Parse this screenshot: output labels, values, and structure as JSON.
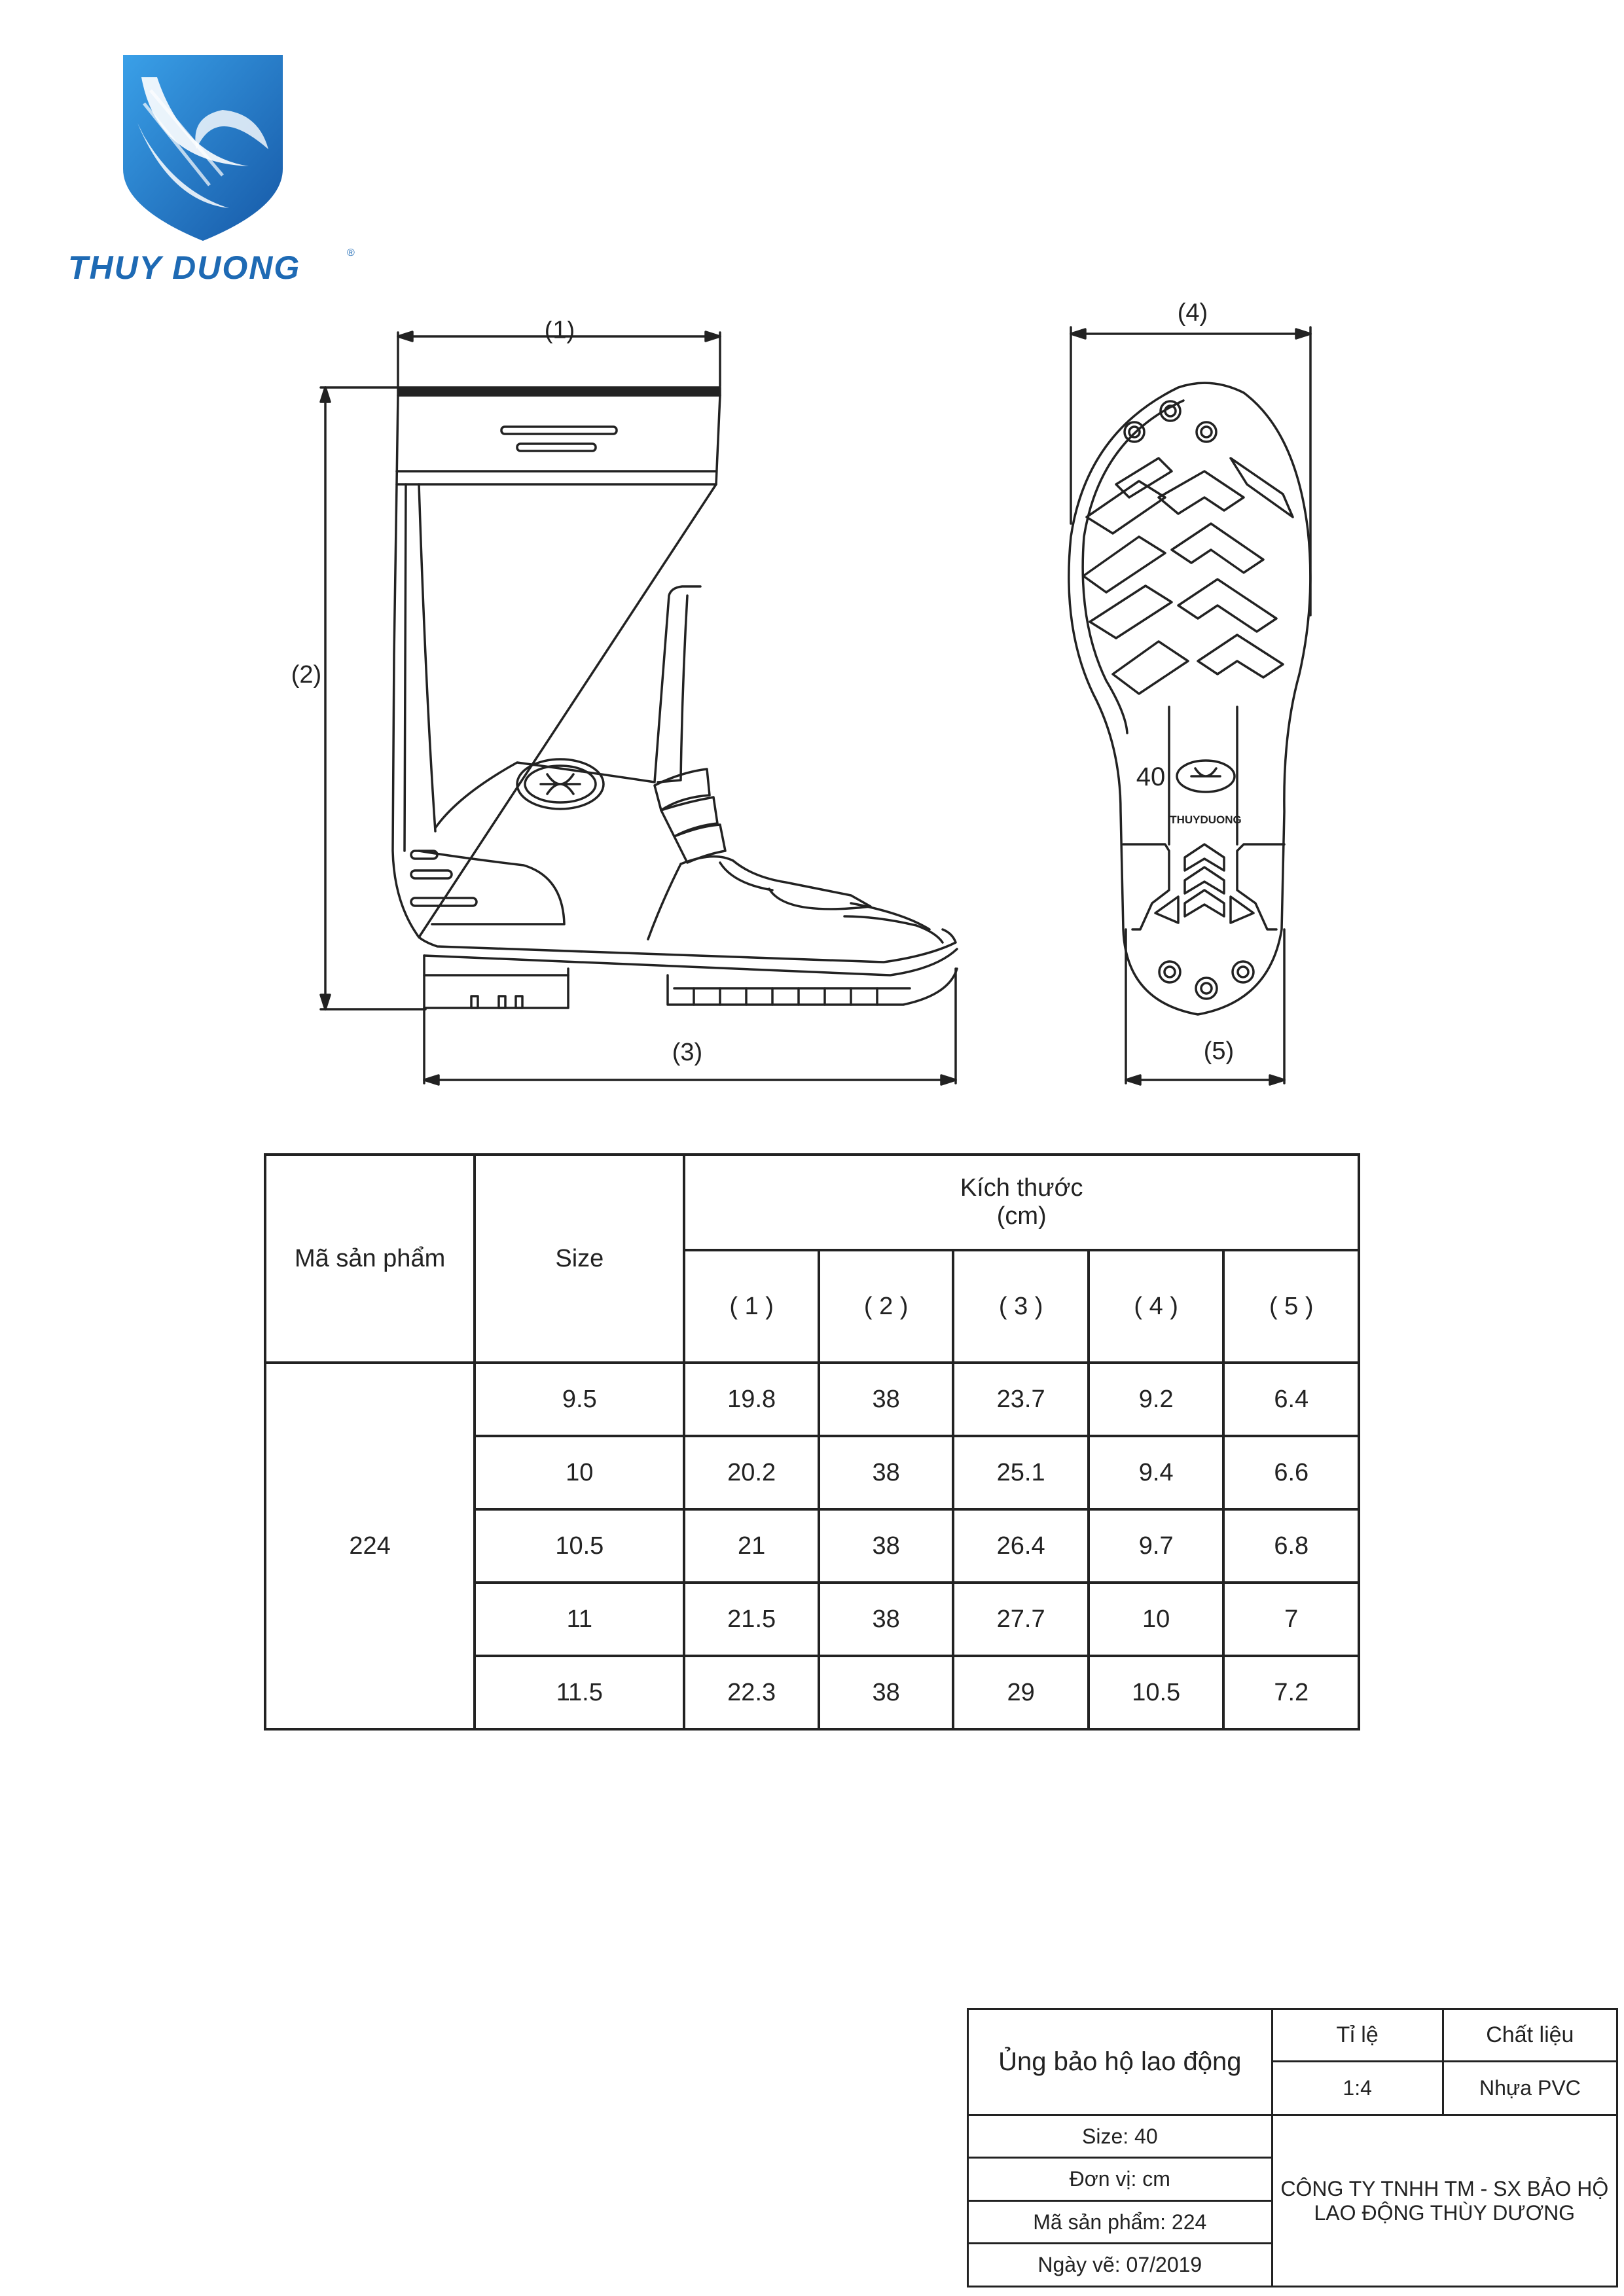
{
  "brand": {
    "name": "THUY DUONG",
    "registered": "®",
    "color": "#1e6ab4"
  },
  "drawing": {
    "dim_labels": [
      "(1)",
      "(2)",
      "(3)",
      "(4)",
      "(5)"
    ],
    "sole_size_mark": "40",
    "sole_brand_mark": "THUYDUONG"
  },
  "table": {
    "col_product": "Mã sản phẩm",
    "col_size": "Size",
    "col_dimensions_title": "Kích thước",
    "col_dimensions_unit": "(cm)",
    "dim_headers": [
      "( 1 )",
      "( 2 )",
      "( 3 )",
      "( 4 )",
      "( 5 )"
    ],
    "product_code": "224",
    "rows": [
      {
        "size": "9.5",
        "d1": "19.8",
        "d2": "38",
        "d3": "23.7",
        "d4": "9.2",
        "d5": "6.4"
      },
      {
        "size": "10",
        "d1": "20.2",
        "d2": "38",
        "d3": "25.1",
        "d4": "9.4",
        "d5": "6.6"
      },
      {
        "size": "10.5",
        "d1": "21",
        "d2": "38",
        "d3": "26.4",
        "d4": "9.7",
        "d5": "6.8"
      },
      {
        "size": "11",
        "d1": "21.5",
        "d2": "38",
        "d3": "27.7",
        "d4": "10",
        "d5": "7"
      },
      {
        "size": "11.5",
        "d1": "22.3",
        "d2": "38",
        "d3": "29",
        "d4": "10.5",
        "d5": "7.2"
      }
    ]
  },
  "title_block": {
    "product_name": "Ủng bảo hộ lao động",
    "scale_label": "Tỉ lệ",
    "scale_value": "1:4",
    "material_label": "Chất liệu",
    "material_value": "Nhựa PVC",
    "size": "Size: 40",
    "unit": "Đơn vị: cm",
    "product_code": "Mã sản phẩm: 224",
    "date": "Ngày vẽ: 07/2019",
    "company_line1": "CÔNG TY TNHH TM - SX BẢO HỘ",
    "company_line2": "LAO ĐỘNG THÙY DƯƠNG"
  }
}
